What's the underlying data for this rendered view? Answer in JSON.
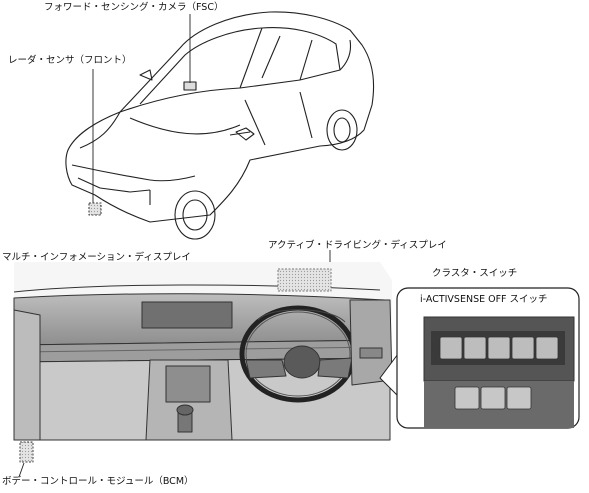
{
  "labels": {
    "fsc": "フォワード・センシング・カメラ（FSC）",
    "radar": "レーダ・センサ（フロント）",
    "mid": "マルチ・インフォメーション・ディスプレイ",
    "add": "アクティブ・ドライビング・ディスプレイ",
    "cluster": "クラスタ・スイッチ",
    "iact": "i-ACTIVSENSE OFF スイッチ",
    "bcm": "ボデー・コントロール・モジュール（BCM）"
  }
}
